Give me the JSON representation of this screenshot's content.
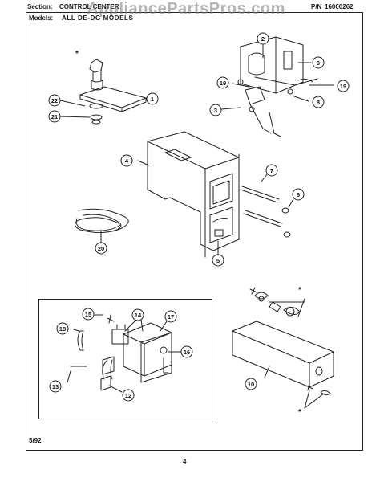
{
  "watermark": "AppliancePartsPros.com",
  "header": {
    "section_label": "Section:",
    "section_value": "CONTROL CENTER",
    "part_number_label": "P/N",
    "part_number": "16000262",
    "models_label": "Models:",
    "models_value": "ALL DE-DG MODELS"
  },
  "callouts": [
    "1",
    "2",
    "3",
    "4",
    "5",
    "6",
    "7",
    "8",
    "9",
    "10",
    "12",
    "13",
    "14",
    "15",
    "16",
    "17",
    "18",
    "19",
    "19",
    "20",
    "21",
    "22"
  ],
  "asterisk": "*",
  "footer": {
    "date": "5/92",
    "page_number": "4"
  },
  "colors": {
    "line": "#222222",
    "paper": "#ffffff",
    "watermark": "#787878"
  }
}
